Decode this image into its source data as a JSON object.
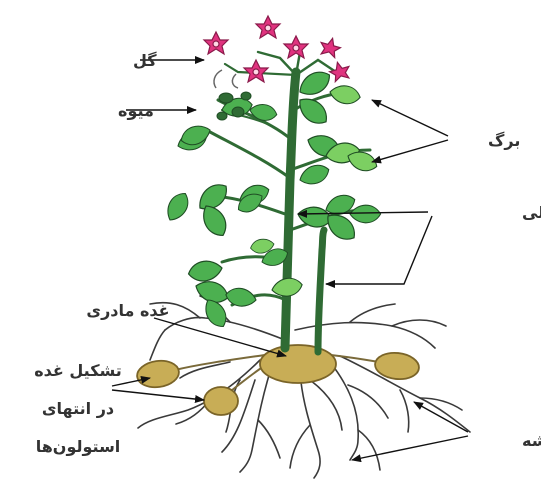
{
  "labels": {
    "flower": "گل",
    "fruit": "میوه",
    "leaf": "برگ",
    "main_stem": "ساقه اصلی",
    "mother_tuber": "غده مادری",
    "tuber_line1": "تشکیل غده",
    "tuber_line2": "در انتهای",
    "tuber_line3": "استولون‌ها",
    "root": "ریشه"
  },
  "colors": {
    "leaf": "#4cb050",
    "leaf_light": "#7ccf62",
    "stem": "#2f6b34",
    "flower": "#e0337f",
    "flower_center": "#ffd7e6",
    "tuber": "#c8ad56",
    "root": "#3a3a3a",
    "arrow": "#111111",
    "text": "#333333"
  }
}
